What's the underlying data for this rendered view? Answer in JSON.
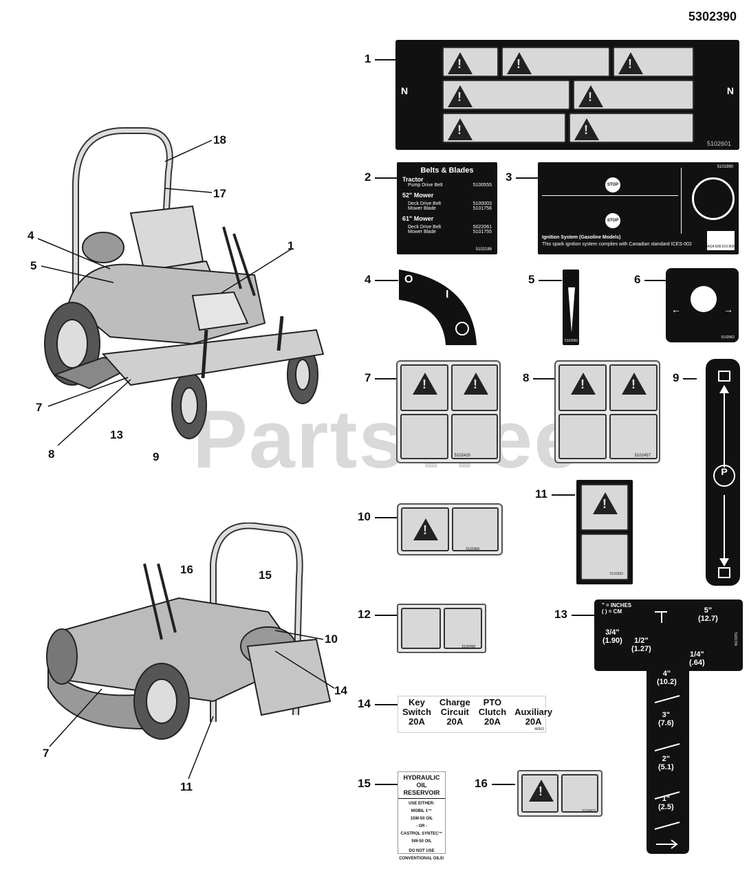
{
  "doc_number": "5302390",
  "watermark": "PartsTree",
  "watermark_tm": "™",
  "callouts_left_top": [
    "18",
    "17",
    "4",
    "1",
    "5",
    "7",
    "13",
    "8",
    "9"
  ],
  "callouts_left_bottom": [
    "16",
    "15",
    "10",
    "14",
    "7",
    "11"
  ],
  "decal_numbers": [
    "1",
    "2",
    "3",
    "4",
    "5",
    "6",
    "7",
    "8",
    "9",
    "10",
    "11",
    "12",
    "13",
    "14",
    "15",
    "16"
  ],
  "decal1": {
    "side_letter": "N",
    "part_no": "5102601"
  },
  "decal2": {
    "title": "Belts & Blades",
    "sections": [
      {
        "header": "Tractor",
        "rows": [
          [
            "Pump Drive Belt",
            "5100555"
          ]
        ]
      },
      {
        "header": "52\" Mower",
        "rows": [
          [
            "Deck Drive Belt",
            "5100003"
          ],
          [
            "Mower Blade",
            "5101756"
          ]
        ]
      },
      {
        "header": "61\" Mower",
        "rows": [
          [
            "Deck Drive Belt",
            "5022061"
          ],
          [
            "Mower Blade",
            "5101755"
          ]
        ]
      }
    ],
    "part_no": "5102186"
  },
  "decal3": {
    "part_no": "5101990",
    "stop": "STOP",
    "ignition_title": "Ignition System (Gasoline Models)",
    "ignition_text": "This spark ignition system complies with Canadian standard ICES-002",
    "cert": "AGA 808 019 808"
  },
  "decal4": {
    "o": "O",
    "i": "I"
  },
  "decal5": {
    "part_no": "5102581"
  },
  "decal6": {
    "part_no": "5102062"
  },
  "decal7": {
    "part_no": "5102420"
  },
  "decal8": {
    "part_no": "5102457"
  },
  "decal9": {
    "p": "P"
  },
  "decal10": {
    "part_no": "5102468"
  },
  "decal11": {
    "part_no": "5102683"
  },
  "decal12": {
    "part_no": "5102498"
  },
  "decal13": {
    "legend_in": "\" = INCHES",
    "legend_cm": "( ) = CM",
    "marks": [
      {
        "in": "5\"",
        "cm": "(12.7)"
      },
      {
        "in": "3/4\"",
        "cm": "(1.90)"
      },
      {
        "in": "1/2\"",
        "cm": "(1.27)"
      },
      {
        "in": "1/4\"",
        "cm": "(.64)"
      },
      {
        "in": "4\"",
        "cm": "(10.2)"
      },
      {
        "in": "3\"",
        "cm": "(7.6)"
      },
      {
        "in": "2\"",
        "cm": "(5.1)"
      },
      {
        "in": "1\"",
        "cm": "(2.5)"
      }
    ],
    "part_no": "5101724"
  },
  "decal14": {
    "cols": [
      {
        "l1": "Key",
        "l2": "Switch",
        "amp": "20A"
      },
      {
        "l1": "Charge",
        "l2": "Circuit",
        "amp": "20A"
      },
      {
        "l1": "PTO",
        "l2": "Clutch",
        "amp": "20A"
      },
      {
        "l1": "",
        "l2": "Auxiliary",
        "amp": "20A"
      }
    ],
    "part_no": "46503"
  },
  "decal15": {
    "title1": "HYDRAULIC OIL",
    "title2": "RESERVOIR",
    "l1": "USE EITHER:",
    "l2": "MOBIL 1™",
    "l3": "15W-50 OIL",
    "l4": "- OR -",
    "l5": "CASTROL SYNTEC™",
    "l6": "5W-50 OIL",
    "l7": "DO NOT USE",
    "l8": "CONVENTIONAL OILS!"
  },
  "decal16": {
    "part_no": "5102473"
  }
}
